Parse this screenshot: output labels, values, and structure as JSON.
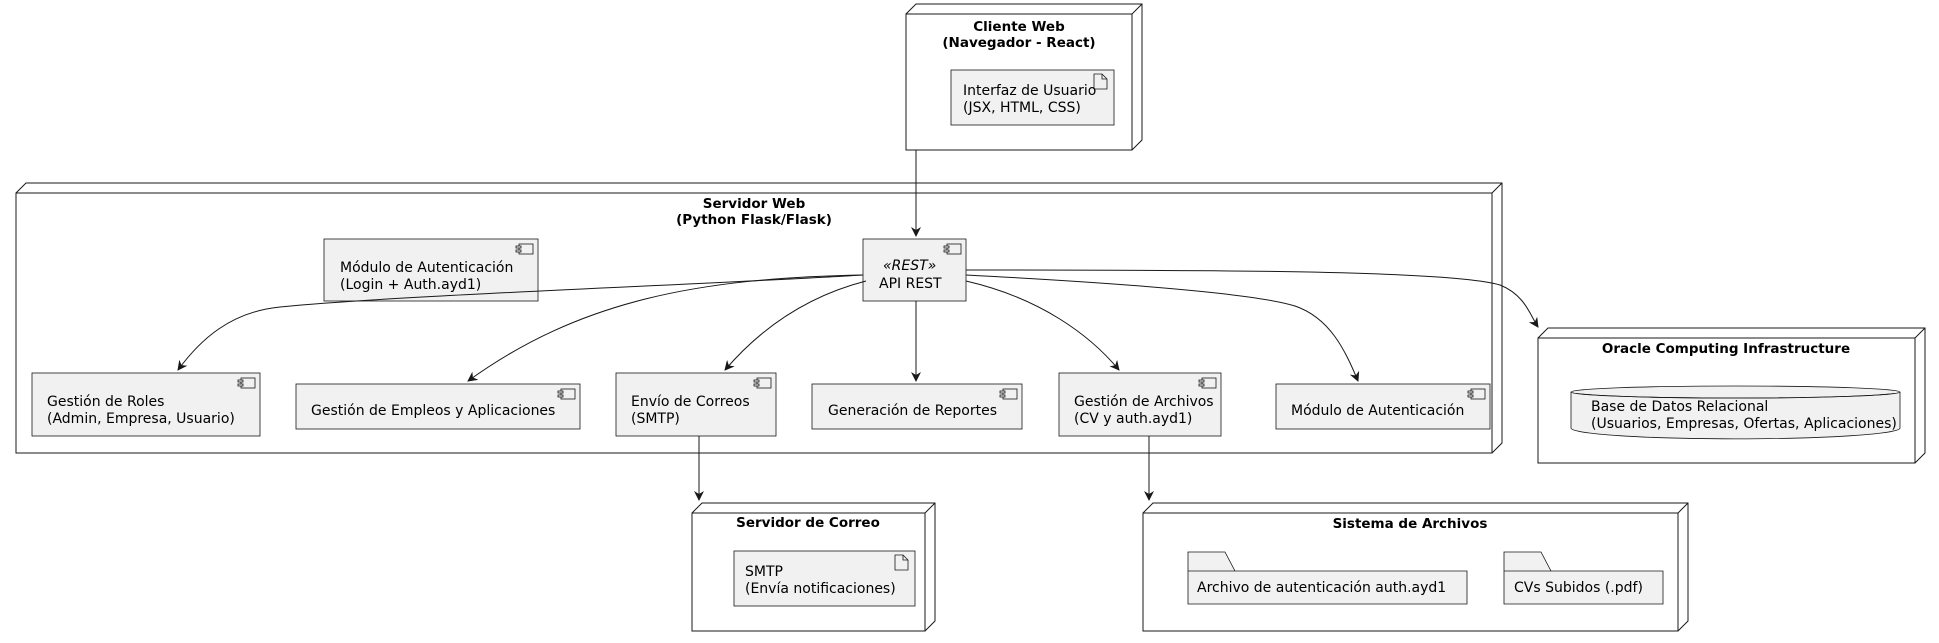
{
  "nodes": {
    "client": {
      "title1": "Cliente Web",
      "title2": "(Navegador - React)"
    },
    "server": {
      "title1": "Servidor Web",
      "title2": "(Python Flask/Flask)"
    },
    "oracle": {
      "title": "Oracle Computing Infrastructure"
    },
    "mail": {
      "title": "Servidor de Correo"
    },
    "files": {
      "title": "Sistema de Archivos"
    }
  },
  "artifacts": {
    "ui": {
      "line1": "Interfaz de Usuario",
      "line2": "(JSX, HTML, CSS)"
    },
    "smtp": {
      "line1": "SMTP",
      "line2": "(Envía notificaciones)"
    }
  },
  "components": {
    "auth_login": {
      "line1": "Módulo de Autenticación",
      "line2": "(Login + Auth.ayd1)"
    },
    "api": {
      "stereotype": "«REST»",
      "label": "API REST"
    },
    "roles": {
      "line1": "Gestión de Roles",
      "line2": "(Admin, Empresa, Usuario)"
    },
    "jobs": {
      "label": "Gestión de Empleos y Aplicaciones"
    },
    "email": {
      "line1": "Envío de Correos",
      "line2": "(SMTP)"
    },
    "reports": {
      "label": "Generación de Reportes"
    },
    "archives": {
      "line1": "Gestión de Archivos",
      "line2": "(CV y auth.ayd1)"
    },
    "auth": {
      "label": "Módulo de Autenticación"
    }
  },
  "database": {
    "line1": "Base de Datos Relacional",
    "line2": "(Usuarios, Empresas, Ofertas, Aplicaciones)"
  },
  "folders": {
    "auth_file": {
      "label": "Archivo de autenticación auth.ayd1"
    },
    "cvs": {
      "label": "CVs Subidos (.pdf)"
    }
  },
  "colors": {
    "fill": "#f1f1f1",
    "stroke": "#181818",
    "background": "#ffffff"
  }
}
